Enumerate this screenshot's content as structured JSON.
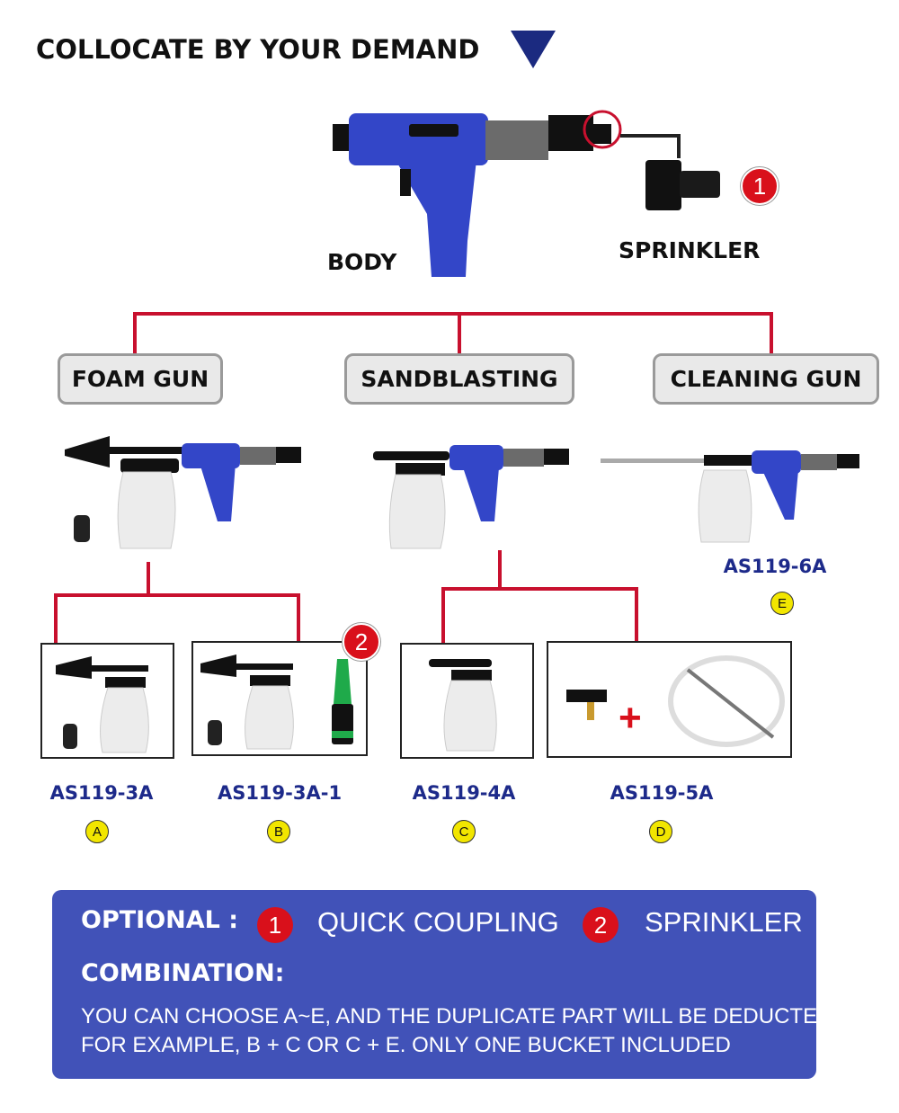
{
  "header": {
    "title": "COLLOCATE BY YOUR DEMAND"
  },
  "top": {
    "body_label": "BODY",
    "sprinkler_label": "SPRINKLER",
    "badge": "1"
  },
  "categories": [
    {
      "label": "FOAM GUN"
    },
    {
      "label": "SANDBLASTING"
    },
    {
      "label": "CLEANING GUN"
    }
  ],
  "products": [
    {
      "model": "AS119-3A",
      "letter": "A"
    },
    {
      "model": "AS119-3A-1",
      "letter": "B",
      "badge": "2"
    },
    {
      "model": "AS119-4A",
      "letter": "C"
    },
    {
      "model": "AS119-5A",
      "letter": "D"
    },
    {
      "model": "AS119-6A",
      "letter": "E"
    }
  ],
  "plus": "+",
  "panel": {
    "optional_label": "OPTIONAL :",
    "opt1_num": "1",
    "opt1_label": "QUICK COUPLING",
    "opt2_num": "2",
    "opt2_label": "SPRINKLER",
    "combination_label": "COMBINATION:",
    "line1": "YOU CAN CHOOSE A~E, AND THE DUPLICATE PART WILL BE DEDUCTED",
    "line2": "FOR EXAMPLE, B + C OR C + E. ONLY ONE BUCKET INCLUDED"
  },
  "colors": {
    "accent_red": "#c8102e",
    "panel_blue": "#4152b8",
    "model_navy": "#1d2a8a",
    "gun_blue": "#3346c8"
  }
}
